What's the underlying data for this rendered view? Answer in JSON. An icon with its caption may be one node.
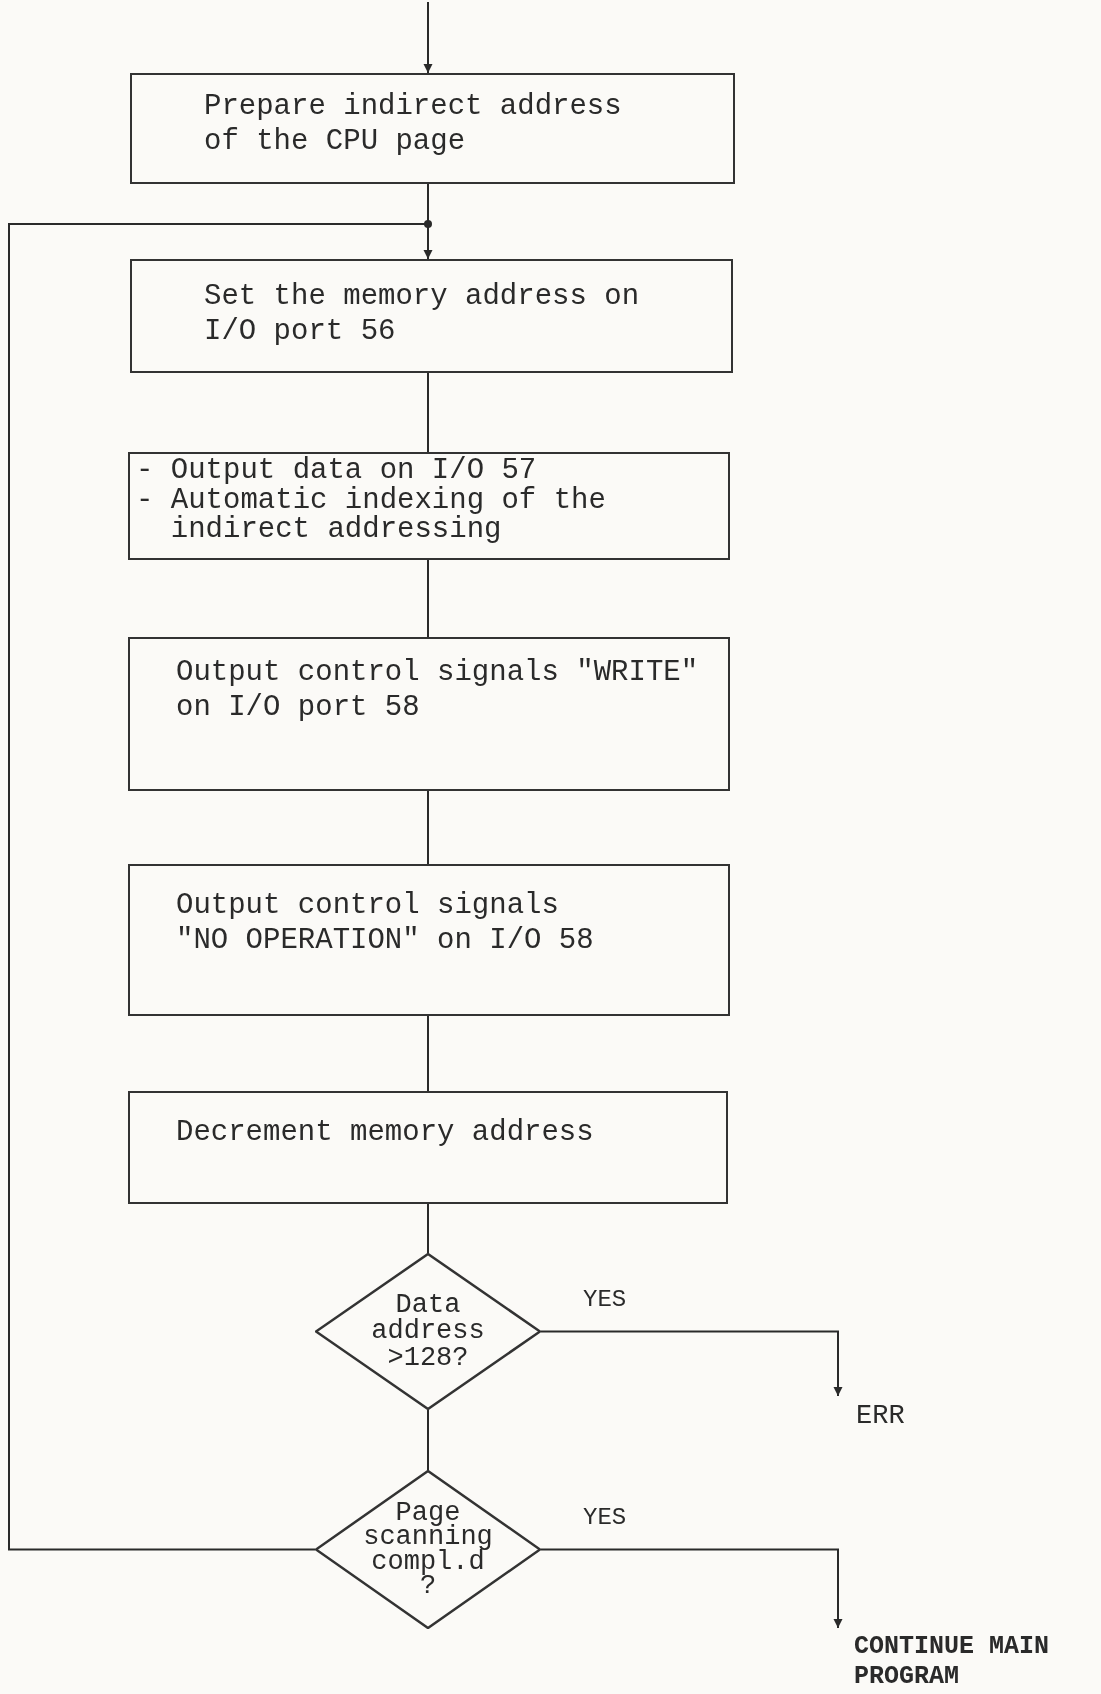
{
  "diagram": {
    "nodes": [
      {
        "text": [
          "Prepare indirect address of the CPU page"
        ]
      },
      {
        "text": [
          "Set the memory address on I/O port 56"
        ]
      },
      {
        "text": [
          "- Output data on I/O 57",
          "- Automatic indexing of the indirect addressing"
        ]
      },
      {
        "text": [
          "Output control signals \"WRITE\" on I/O port 58"
        ]
      },
      {
        "text": [
          "Output control signals \"NO OPERATION\" on I/O 58"
        ]
      },
      {
        "text": [
          "Decrement memory address"
        ]
      },
      {
        "text": [
          "Data address >128?"
        ]
      },
      {
        "text": [
          "Page scanning compl.d ?"
        ]
      },
      {
        "text": [
          "ERR"
        ]
      },
      {
        "text": [
          "CONTINUE MAIN PROGRAM"
        ]
      }
    ],
    "edges": [
      {
        "from": null,
        "to": 0,
        "arrow": "to"
      },
      {
        "from": 0,
        "to": 1,
        "arrow": "none"
      },
      {
        "from": 1,
        "to": 2,
        "arrow": "none"
      },
      {
        "from": 2,
        "to": 3,
        "arrow": "none"
      },
      {
        "from": 3,
        "to": 4,
        "arrow": "none"
      },
      {
        "from": 4,
        "to": 5,
        "arrow": "none"
      },
      {
        "from": 5,
        "to": 6,
        "arrow": "none"
      },
      {
        "from": 6,
        "to": 8,
        "arrow": "to",
        "label": "YES"
      },
      {
        "from": 6,
        "to": 7,
        "arrow": "none"
      },
      {
        "from": 7,
        "to": 9,
        "arrow": "to",
        "label": "YES"
      },
      {
        "from": 7,
        "to": 1,
        "arrow": "to"
      }
    ]
  }
}
